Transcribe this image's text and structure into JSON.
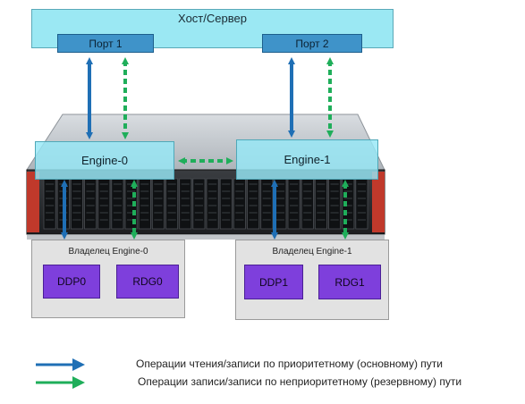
{
  "host": {
    "title": "Хост/Сервер"
  },
  "ports": [
    {
      "label": "Порт 1"
    },
    {
      "label": "Порт 2"
    }
  ],
  "engines": [
    {
      "label": "Engine-0"
    },
    {
      "label": "Engine-1"
    }
  ],
  "owners": [
    {
      "label": "Владелец Engine-0",
      "volumes": [
        "DDP0",
        "RDG0"
      ]
    },
    {
      "label": "Владелец Engine-1",
      "volumes": [
        "DDP1",
        "RDG1"
      ]
    }
  ],
  "legend": {
    "primary": "Операции чтения/записи по приоритетному (основному) пути",
    "backup": "Операции записи/записи по неприоритетному (резервному) пути"
  },
  "colors": {
    "primary_arrow": "#1f6fb5",
    "backup_arrow": "#1fae5a",
    "volume": "#7e3fdc",
    "host": "#9be8f3"
  }
}
